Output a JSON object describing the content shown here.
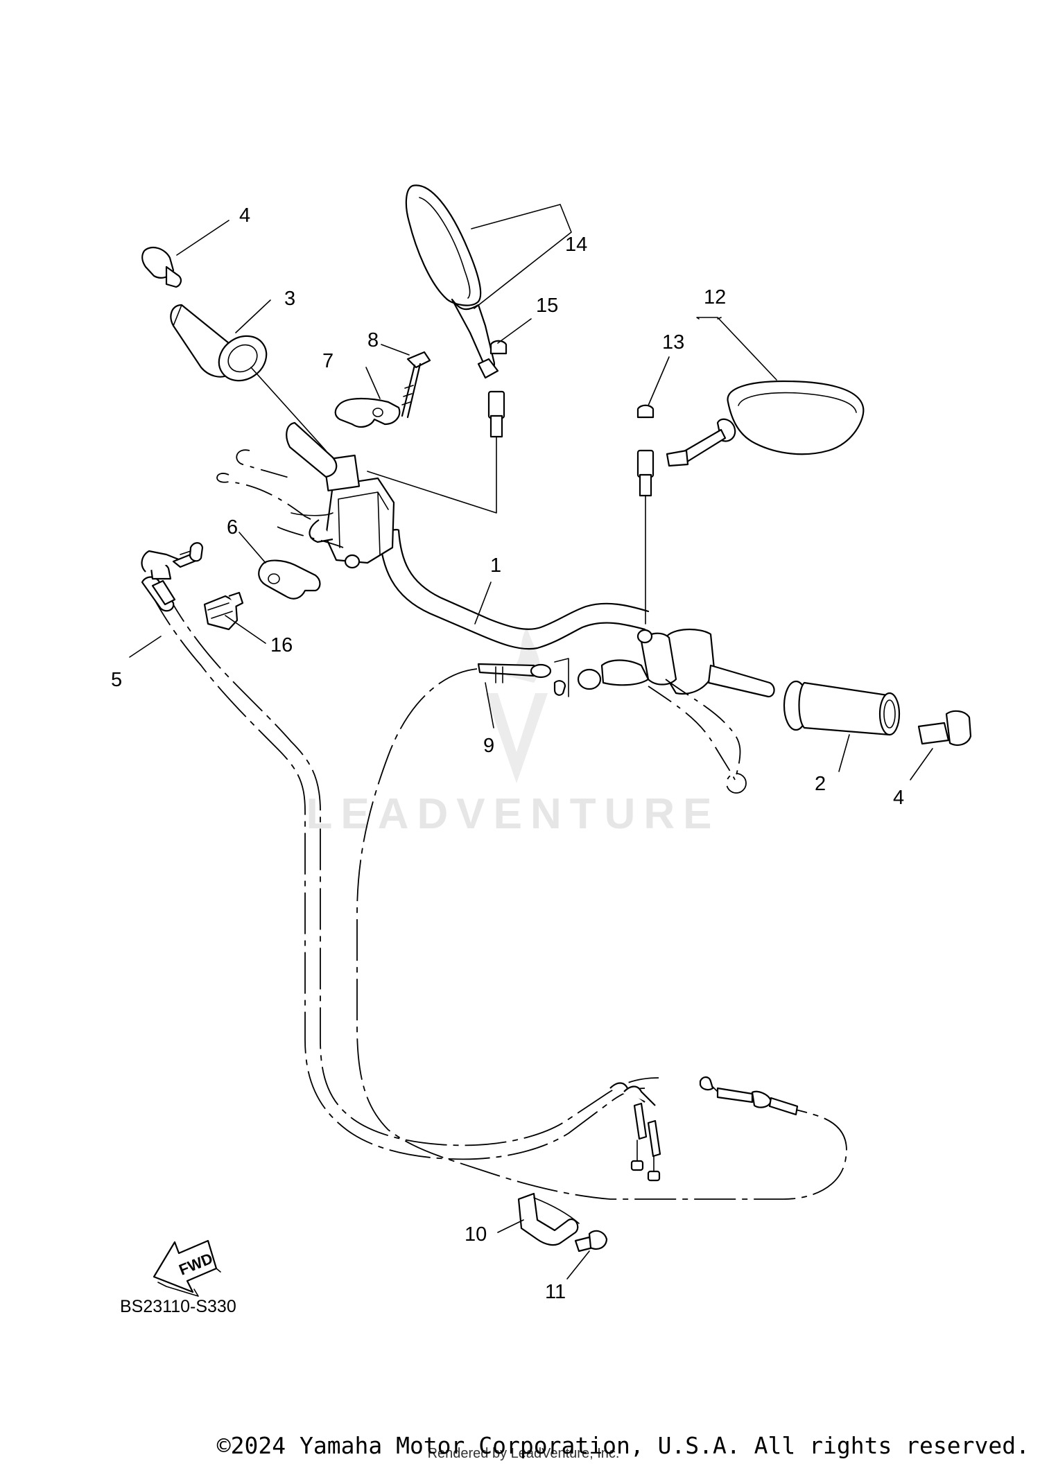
{
  "diagram": {
    "code": "BS23110-S330",
    "fwd_label": "FWD",
    "watermark": "LEADVENTURE",
    "rendered_by": "Rendered by LeadVenture, Inc.",
    "copyright": "©2024 Yamaha Motor Corporation, U.S.A. All rights reserved.",
    "callouts": {
      "c1": "1",
      "c2": "2",
      "c3": "3",
      "c4a": "4",
      "c4b": "4",
      "c5": "5",
      "c6": "6",
      "c7": "7",
      "c8": "8",
      "c9": "9",
      "c10": "10",
      "c11": "11",
      "c12": "12",
      "c13": "13",
      "c14": "14",
      "c15": "15",
      "c16": "16"
    }
  }
}
